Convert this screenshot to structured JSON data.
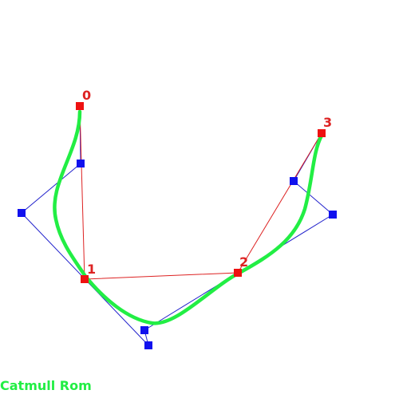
{
  "caption": "Catmull Rom",
  "colors": {
    "curve": "#22ee44",
    "control_polygon": "#dd2222",
    "tangent_lines": "#2222cc",
    "anchor_point": "#ee1111",
    "tangent_handle": "#1111ee",
    "label": "#dd2222",
    "caption": "#22ee44"
  },
  "points": [
    {
      "label": "0"
    },
    {
      "label": "1"
    },
    {
      "label": "2"
    },
    {
      "label": "3"
    }
  ]
}
